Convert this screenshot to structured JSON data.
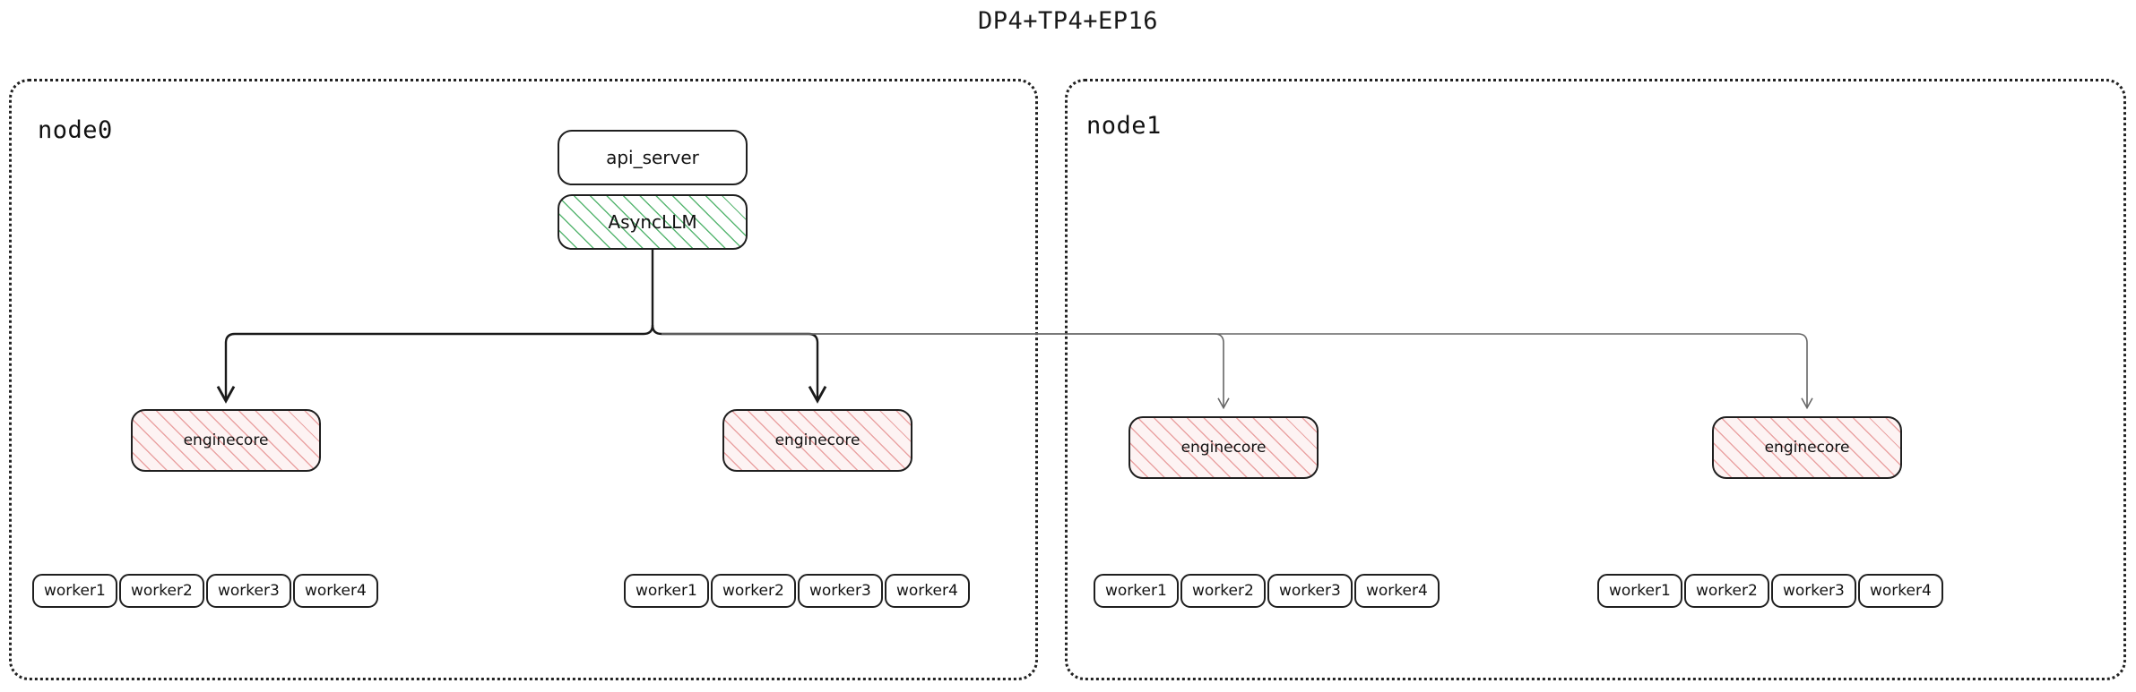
{
  "title": "DP4+TP4+EP16",
  "colors": {
    "node_border": "#222222",
    "box_border": "#1f1f1f",
    "asyncllm_hatch": "#3caa5a",
    "enginecore_hatch": "#e07878",
    "enginecore_fill": "#fdf3f3",
    "edge_dark": "#1a1a1a",
    "edge_light": "#666666",
    "text": "#121212",
    "background": "#ffffff"
  },
  "nodes": [
    {
      "id": "node0",
      "label": "node0",
      "top_boxes": [
        {
          "name": "api_server",
          "label": "api_server",
          "fill": "white"
        },
        {
          "name": "async_llm",
          "label": "AsyncLLM",
          "fill": "green-hatch"
        }
      ],
      "enginecores": [
        {
          "label": "enginecore",
          "workers": [
            "worker1",
            "worker2",
            "worker3",
            "worker4"
          ]
        },
        {
          "label": "enginecore",
          "workers": [
            "worker1",
            "worker2",
            "worker3",
            "worker4"
          ]
        }
      ]
    },
    {
      "id": "node1",
      "label": "node1",
      "top_boxes": [],
      "enginecores": [
        {
          "label": "enginecore",
          "workers": [
            "worker1",
            "worker2",
            "worker3",
            "worker4"
          ]
        },
        {
          "label": "enginecore",
          "workers": [
            "worker1",
            "worker2",
            "worker3",
            "worker4"
          ]
        }
      ]
    }
  ],
  "edges": {
    "description": "AsyncLLM fans out to four enginecore instances",
    "local_style": "solid-dark",
    "remote_style": "solid-gray"
  }
}
